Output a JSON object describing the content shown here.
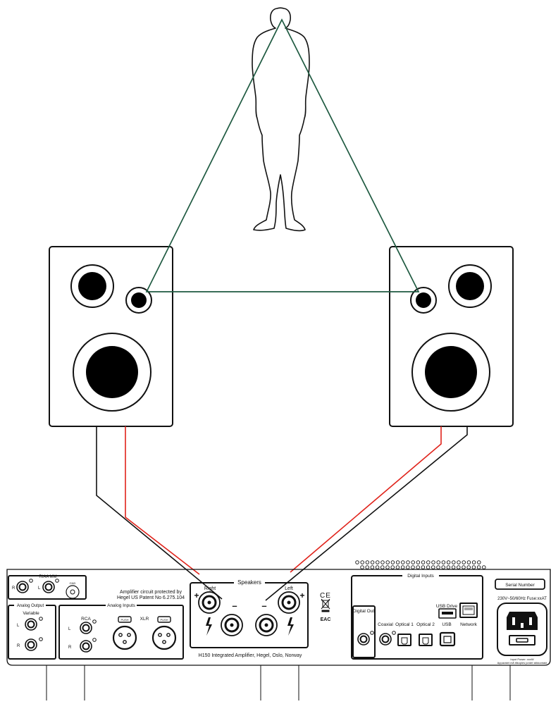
{
  "colors": {
    "sightline": "#1f5a41",
    "cable_black": "#111111",
    "cable_red": "#e0231b",
    "outline": "#111111",
    "background": "#ffffff"
  },
  "icons": [
    "person-silhouette-icon",
    "speaker-icon",
    "ce-mark-icon",
    "weee-bin-icon",
    "eac-mark-icon",
    "usb-drive-icon",
    "ethernet-port-icon",
    "optical-port-icon",
    "usb-b-port-icon",
    "iec-power-inlet-icon"
  ],
  "panel": {
    "phono": {
      "title": "RIAA MM",
      "r": "R",
      "l": "L",
      "gnd": "GND"
    },
    "patent": {
      "line1": "Amplifier circuit protected by",
      "line2": "Hegel US Patent No 6.275.104"
    },
    "analog_output": {
      "title": "Analog Output",
      "variable": "Variable",
      "l": "L",
      "r": "R"
    },
    "analog_inputs": {
      "title": "Analog Inputs",
      "rca": "RCA",
      "xlr": "XLR",
      "l": "L",
      "r": "R",
      "push1": "PUSH",
      "push2": "PUSH"
    },
    "speakers": {
      "title": "Speakers",
      "right": "Right",
      "left": "Left",
      "plus_right": "+",
      "plus_left": "+",
      "minus_right": "–",
      "minus_left": "–"
    },
    "model_line": "H150 Integrated Amplifier, Hegel, Oslo, Norway",
    "marks": {
      "ce": "CE",
      "eac": "EAC"
    },
    "digital_inputs": {
      "title": "Digital Inputs",
      "digital_out": "Digital Out",
      "coaxial": "Coaxial",
      "optical1": "Optical 1",
      "optical2": "Optical 2",
      "usb_drive": "USB Drive",
      "usb": "USB",
      "network": "Network"
    },
    "serial_number": "Serial Number",
    "power_rating": "230V~50/60Hz Fuse:xxAT",
    "input_power": "Input Power: xxxW",
    "norway_note": "Apparatet må tilkoples jordet stikkontakt"
  }
}
